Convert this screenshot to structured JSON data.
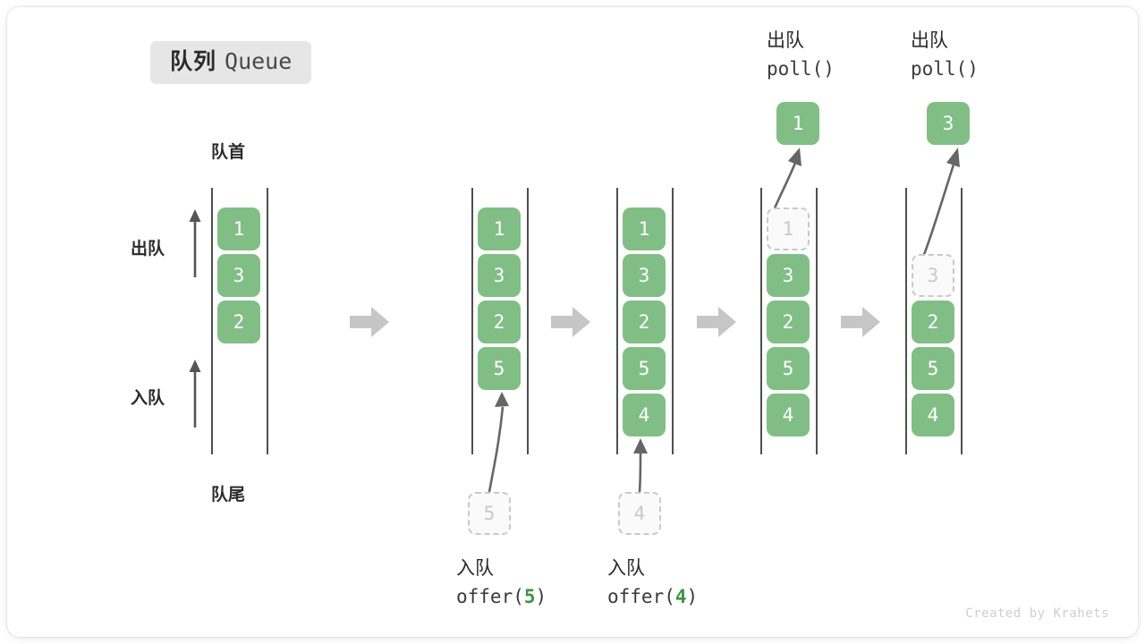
{
  "title": {
    "cn": "队列",
    "en": "Queue"
  },
  "labels": {
    "head": "队首",
    "tail": "队尾",
    "dequeue": "出队",
    "enqueue": "入队"
  },
  "watermark": "Created by Krahets",
  "colors": {
    "cell_fill": "#81be86",
    "cell_text": "#ffffff",
    "ghost_border": "#c9c9c9",
    "ghost_text": "#c9c9c9",
    "rail": "#4f4f4f",
    "accent": "#3f9443",
    "step_arrow": "#c6c6c6",
    "badge_bg": "#e6e6e6"
  },
  "steps": [
    {
      "id": "initial",
      "cells": [
        {
          "value": "1",
          "state": "filled"
        },
        {
          "value": "3",
          "state": "filled"
        },
        {
          "value": "2",
          "state": "filled"
        }
      ],
      "head_label": "队首",
      "tail_label": "队尾",
      "side_arrows": [
        {
          "label": "出队",
          "direction": "up"
        },
        {
          "label": "入队",
          "direction": "up"
        }
      ]
    },
    {
      "id": "after-offer-5",
      "cells": [
        {
          "value": "1",
          "state": "filled"
        },
        {
          "value": "3",
          "state": "filled"
        },
        {
          "value": "2",
          "state": "filled"
        },
        {
          "value": "5",
          "state": "filled"
        }
      ],
      "incoming": {
        "value": "5",
        "state": "ghost"
      },
      "caption_cn": "入队",
      "caption_code_prefix": "offer(",
      "caption_code_arg": "5",
      "caption_code_suffix": ")"
    },
    {
      "id": "after-offer-4",
      "cells": [
        {
          "value": "1",
          "state": "filled"
        },
        {
          "value": "3",
          "state": "filled"
        },
        {
          "value": "2",
          "state": "filled"
        },
        {
          "value": "5",
          "state": "filled"
        },
        {
          "value": "4",
          "state": "filled"
        }
      ],
      "incoming": {
        "value": "4",
        "state": "ghost"
      },
      "caption_cn": "入队",
      "caption_code_prefix": "offer(",
      "caption_code_arg": "4",
      "caption_code_suffix": ")"
    },
    {
      "id": "after-poll-1",
      "cells": [
        {
          "value": "1",
          "state": "ghost"
        },
        {
          "value": "3",
          "state": "filled"
        },
        {
          "value": "2",
          "state": "filled"
        },
        {
          "value": "5",
          "state": "filled"
        },
        {
          "value": "4",
          "state": "filled"
        }
      ],
      "outgoing": {
        "value": "1",
        "state": "filled"
      },
      "header_cn": "出队",
      "header_code": "poll()"
    },
    {
      "id": "after-poll-3",
      "cells": [
        {
          "value": "",
          "state": "empty"
        },
        {
          "value": "3",
          "state": "ghost"
        },
        {
          "value": "2",
          "state": "filled"
        },
        {
          "value": "5",
          "state": "filled"
        },
        {
          "value": "4",
          "state": "filled"
        }
      ],
      "outgoing": {
        "value": "3",
        "state": "filled"
      },
      "header_cn": "出队",
      "header_code": "poll()"
    }
  ],
  "step_arrows": [
    {
      "from": "initial",
      "to": "after-offer-5"
    },
    {
      "from": "after-offer-5",
      "to": "after-offer-4"
    },
    {
      "from": "after-offer-4",
      "to": "after-poll-1"
    },
    {
      "from": "after-poll-1",
      "to": "after-poll-3"
    }
  ]
}
